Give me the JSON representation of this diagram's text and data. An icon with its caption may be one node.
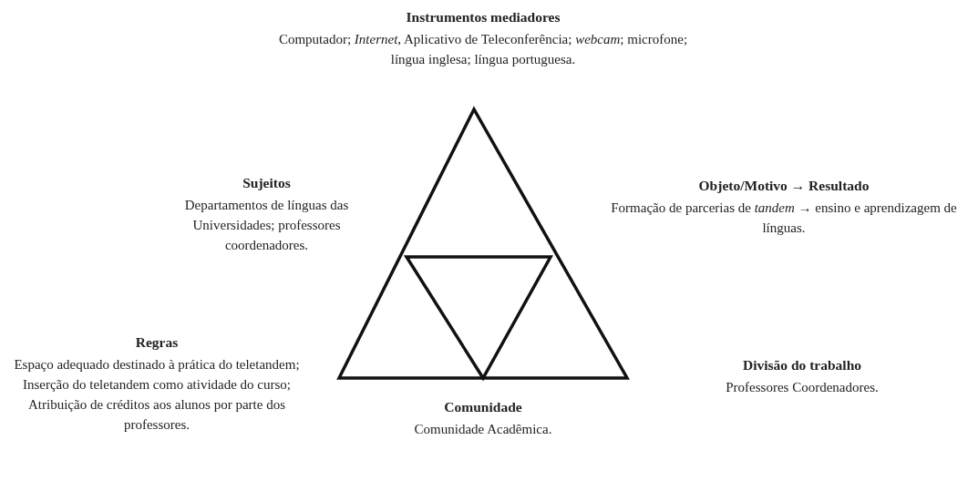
{
  "diagram": {
    "labels": [
      "Instrumentos mediadores",
      "Computador; *Internet*, Aplicativo de Teleconferência; *webcam*; microfone; língua inglesa; língua portuguesa.",
      "Sujeitos",
      "Departamentos de línguas das Universidades; professores coordenadores.",
      "Objeto/Motivo → Resultado",
      "Formação de parcerias de *tandem* → ensino e aprendizagem de línguas.",
      "Regras",
      "Espaço adequado destinado à prática do teletandem; Inserção do teletandem como atividade do curso; Atribuição de créditos aos alunos por parte dos professores.",
      "Divisão do trabalho",
      "Professores Coordenadores.",
      "Comunidade",
      "Comunidade Acadêmica."
    ]
  }
}
